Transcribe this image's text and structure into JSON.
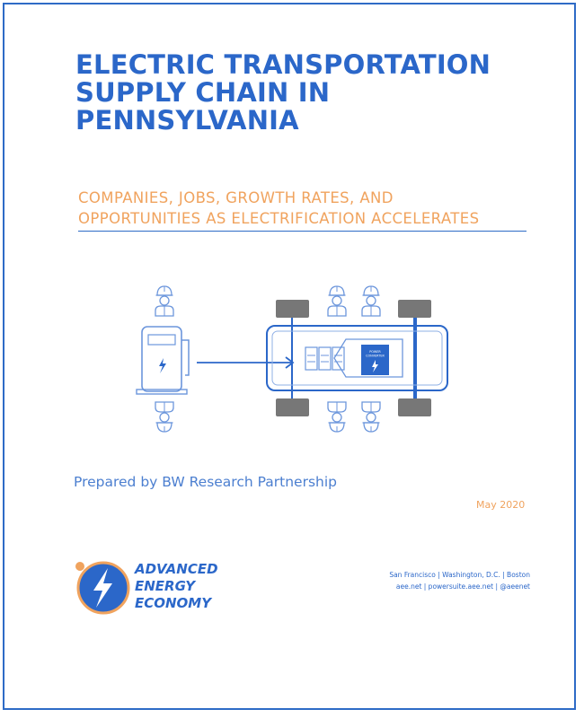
{
  "cover": {
    "title_lines": [
      "ELECTRIC TRANSPORTATION",
      "SUPPLY CHAIN IN",
      "PENNSYLVANIA"
    ],
    "subtitle_lines": [
      "COMPANIES, JOBS, GROWTH RATES, AND",
      "OPPORTUNITIES AS ELECTRIFICATION ACCELERATES"
    ],
    "prepared_by": "Prepared by BW Research Partnership",
    "date": "May 2020"
  },
  "illustration": {
    "icons": [
      "worker-icon",
      "charging-station-icon",
      "vehicle-chassis-icon",
      "battery-icon",
      "power-converter-icon",
      "lightning-icon",
      "arrow-icon"
    ],
    "converter_label_lines": [
      "POWER",
      "CONVERTER"
    ]
  },
  "logo": {
    "lines": [
      "ADVANCED",
      "ENERGY",
      "ECONOMY"
    ],
    "icon": "lightning-icon"
  },
  "contact": {
    "locations": "San Francisco  |  Washington, D.C.  |  Boston",
    "links": "aee.net   |   powersuite.aee.net   |   @aeenet"
  },
  "colors": {
    "primary_blue": "#2b67c9",
    "accent_orange": "#f0a35e",
    "wheel_gray": "#777777"
  }
}
